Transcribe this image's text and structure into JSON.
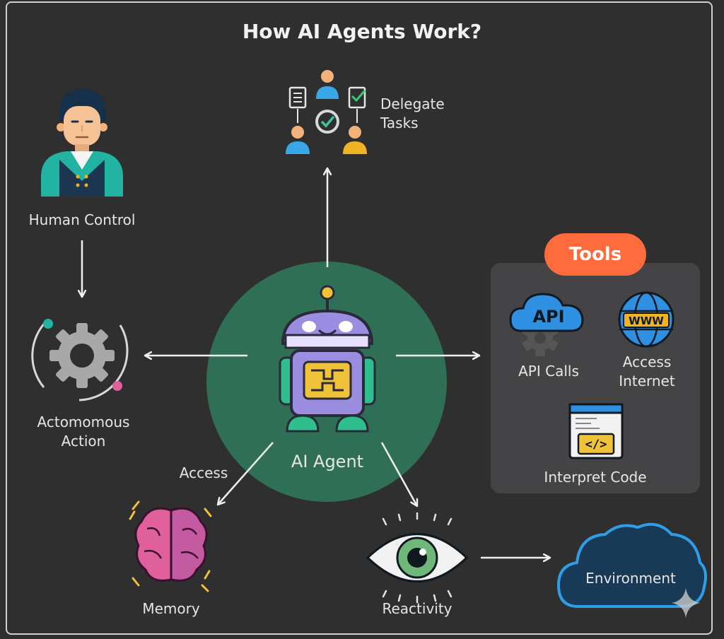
{
  "title": "How AI Agents Work?",
  "nodes": {
    "delegate": {
      "line1": "Delegate",
      "line2": "Tasks"
    },
    "human": {
      "label": "Human Control"
    },
    "autonomous": {
      "line1": "Actomomous",
      "line2": "Action"
    },
    "agent": {
      "label": "AI Agent"
    },
    "access": {
      "label": "Access"
    },
    "memory": {
      "label": "Memory"
    },
    "reactivity": {
      "label": "Reactivity"
    },
    "environment": {
      "label": "Environment"
    }
  },
  "tools": {
    "badge": "Tools",
    "api": {
      "icon_text": "API",
      "label": "API Calls"
    },
    "internet": {
      "icon_text": "WWW",
      "line1": "Access",
      "line2": "Internet"
    },
    "code": {
      "icon_text": "</>",
      "label": "Interpret Code"
    }
  },
  "colors": {
    "background": "#2f2f2f",
    "agent_circle": "#2f6f55",
    "tools_panel": "#444446",
    "tools_badge": "#ff6b3d",
    "robot_body": "#9b8ee0",
    "accent_teal": "#1fb5a0",
    "cloud_blue": "#3aa7e8",
    "brain_pink": "#e0609b"
  }
}
